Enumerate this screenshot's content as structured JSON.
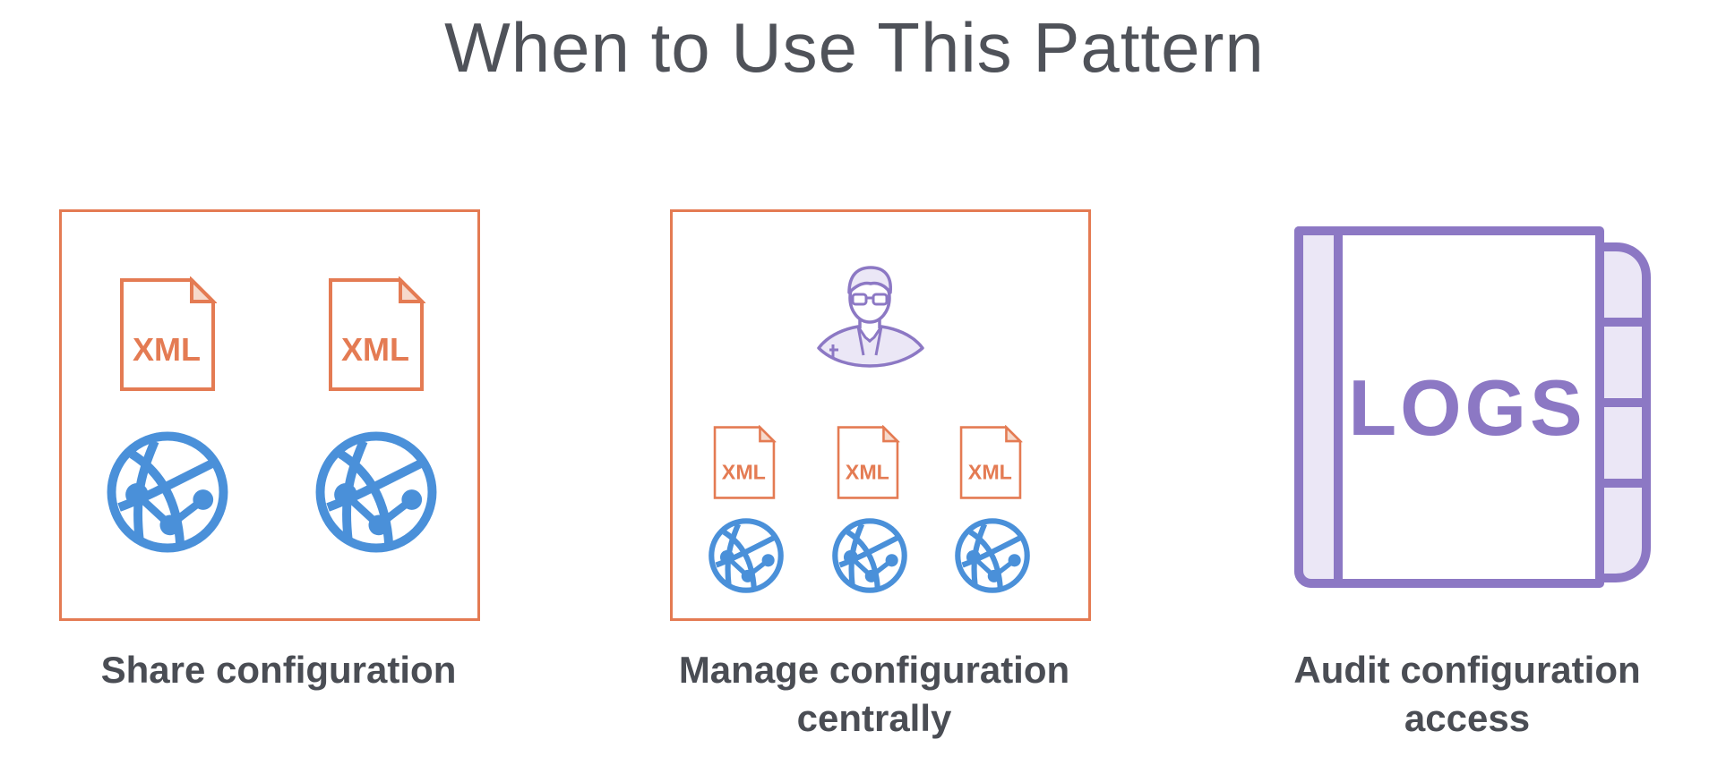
{
  "title": "When to Use This Pattern",
  "colors": {
    "accent_orange": "#e47b53",
    "globe_blue": "#4a90d9",
    "purple": "#8c78c4",
    "purple_light": "#ebe7f6",
    "text": "#4a4d54"
  },
  "icon_names": {
    "xml_file": "xml-file-icon",
    "globe": "web-globe-icon",
    "user": "user-avatar-icon",
    "logs": "logs-book-icon"
  },
  "items": [
    {
      "caption": "Share configuration",
      "file_label": "XML"
    },
    {
      "caption_line1": "Manage configuration",
      "caption_line2": "centrally",
      "file_label": "XML"
    },
    {
      "caption_line1": "Audit configuration",
      "caption_line2": "access",
      "book_label": "LOGS"
    }
  ]
}
